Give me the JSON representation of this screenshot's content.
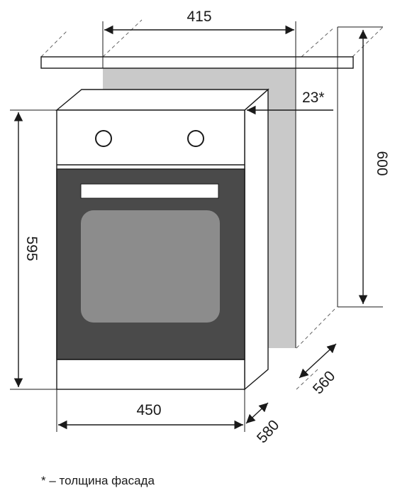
{
  "dimensions": {
    "niche_width": "415",
    "facade_thickness": "23*",
    "niche_height": "600",
    "oven_height": "595",
    "niche_depth": "560",
    "oven_width": "450",
    "oven_depth": "580"
  },
  "footnote": "* – толщина фасада",
  "colors": {
    "stroke": "#1a1a1a",
    "niche_wall": "#c9c9c9",
    "oven_window_frame": "#4a4a4a",
    "oven_glass": "#8c8c8c"
  }
}
